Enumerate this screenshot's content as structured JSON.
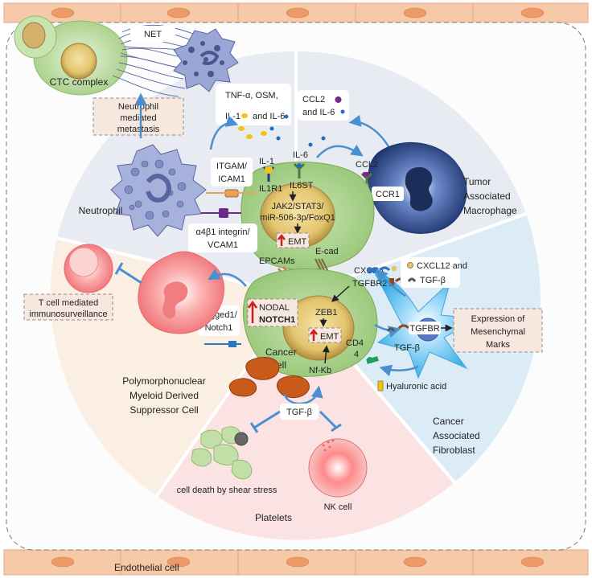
{
  "labels": {
    "net": "NET",
    "ctc_complex": "CTC complex",
    "neutrophil_metastasis": [
      "Neutrophil",
      "mediated",
      "metastasis"
    ],
    "tnf": [
      "TNF-α, OSM,",
      "IL-1",
      "and IL-6"
    ],
    "ccl2_il6": [
      "CCL2",
      "and IL-6"
    ],
    "il1": "IL-1",
    "il6": "IL-6",
    "ccl2": "CCL2",
    "ccr1": "CCR1",
    "itgam": [
      "ITGAM/",
      "ICAM1"
    ],
    "il1r1": "IL1R1",
    "il6st": "IL6ST",
    "jak2": [
      "JAK2/STAT3/",
      "miR-506-3p/FoxQ1"
    ],
    "emt": "EMT",
    "tam": [
      "Tumor",
      "Associated",
      "Macrophage"
    ],
    "neutrophil": "Neutrophil",
    "a4b1": [
      "α4β1 integrin/",
      "VCAM1"
    ],
    "ecad": "E-cad",
    "epcams": "EPCAMs",
    "cxcr4": "CXCR4",
    "tgfbr2": "TGFBR2",
    "cxcl12": [
      "CXCL12 and",
      "TGF-β"
    ],
    "tcell": [
      "T cell mediated",
      "immunosurveillance"
    ],
    "nodal": "NODAL",
    "notch1": "NOTCH1",
    "zeb1": "ZEB1",
    "jagged": [
      "Jagged1/",
      "Notch1"
    ],
    "tgfbr": "TGFBR",
    "mesenchymal": [
      "Expression of",
      "Mesenchymal",
      "Marks"
    ],
    "tgfb": "TGF-β",
    "cd44": [
      "CD4",
      "4"
    ],
    "cancer_cell": [
      "Cancer",
      "cell"
    ],
    "nfkb": "Nf-Kb",
    "hyaluronic": "Hyaluronic acid",
    "pmn": [
      "Polymorphonuclear",
      "Myeloid Derived",
      "Suppressor Cell"
    ],
    "tgfb_platelet": "TGF-β",
    "caf": [
      "Cancer",
      "Associated",
      "Fibroblast"
    ],
    "shear": "cell death by shear stress",
    "nk": "NK cell",
    "platelets": "Platelets",
    "endothelial": "Endothelial cell"
  },
  "colors": {
    "arrow": "#4a90d0",
    "cancer_cell": "#a8d08d",
    "nucleus": "#e3c56e",
    "neutrophil": "#8e9cc8",
    "macrophage": "#2e4a8a",
    "fibroblast": "#6fc3ea",
    "mdsc": "#f08a8a",
    "platelet": "#c85a1a",
    "endothelium": "#f6c9a8",
    "emt_arrow": "#cc1f1f"
  }
}
